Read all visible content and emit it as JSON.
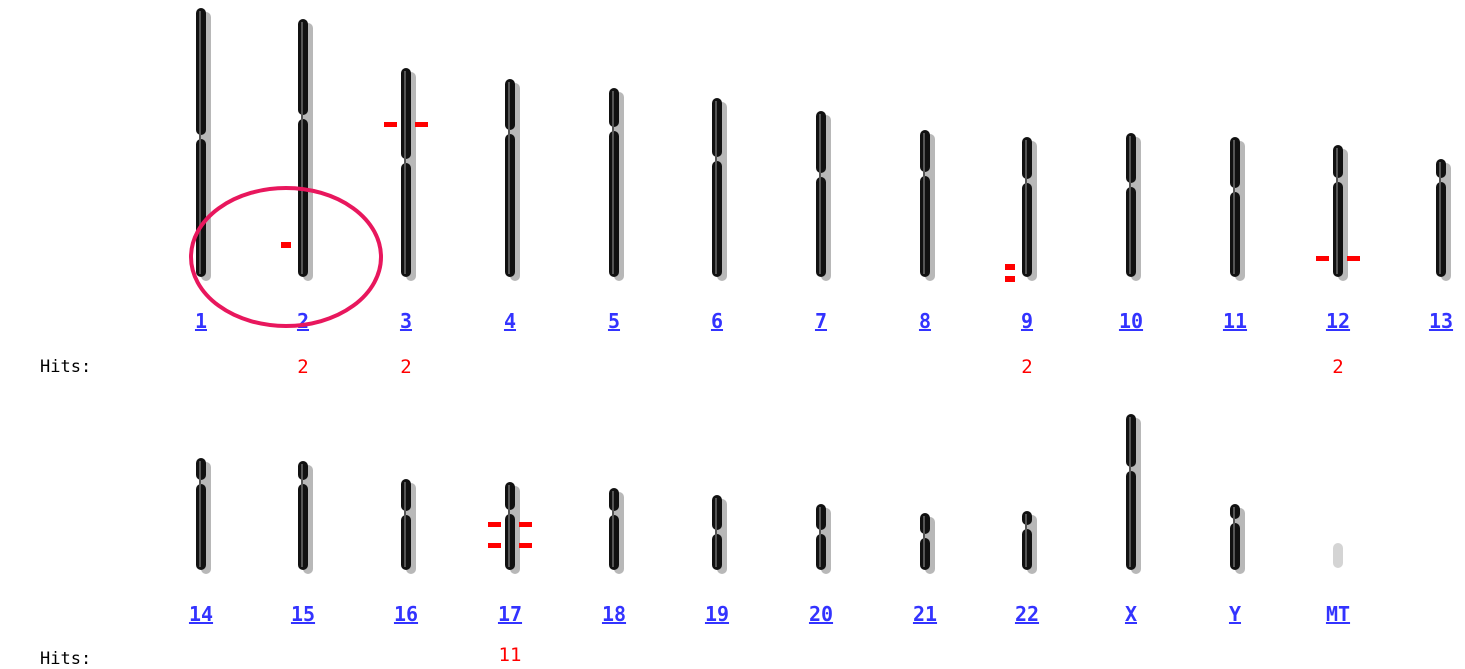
{
  "colors": {
    "chromosome": "#111111",
    "chromosome_mt": "#d4d4d4",
    "shadow": "#b8b8b8",
    "hit_marker": "#ff0000",
    "link": "#3333ff",
    "hit_count": "#ff0000",
    "annotation_circle": "#e8175d"
  },
  "rows": [
    {
      "hits_label": "Hits:",
      "chromosomes": [
        {
          "name": "1",
          "hits": "",
          "has_hits": false
        },
        {
          "name": "2",
          "hits": "2",
          "has_hits": true
        },
        {
          "name": "3",
          "hits": "2",
          "has_hits": true
        },
        {
          "name": "4",
          "hits": "",
          "has_hits": false
        },
        {
          "name": "5",
          "hits": "",
          "has_hits": false
        },
        {
          "name": "6",
          "hits": "",
          "has_hits": false
        },
        {
          "name": "7",
          "hits": "",
          "has_hits": false
        },
        {
          "name": "8",
          "hits": "",
          "has_hits": false
        },
        {
          "name": "9",
          "hits": "2",
          "has_hits": true
        },
        {
          "name": "10",
          "hits": "",
          "has_hits": false
        },
        {
          "name": "11",
          "hits": "",
          "has_hits": false
        },
        {
          "name": "12",
          "hits": "2",
          "has_hits": true
        },
        {
          "name": "13",
          "hits": "",
          "has_hits": false
        }
      ]
    },
    {
      "hits_label": "Hits:",
      "chromosomes": [
        {
          "name": "14",
          "hits": "",
          "has_hits": false
        },
        {
          "name": "15",
          "hits": "",
          "has_hits": false
        },
        {
          "name": "16",
          "hits": "",
          "has_hits": false
        },
        {
          "name": "17",
          "hits": "11",
          "has_hits": true
        },
        {
          "name": "18",
          "hits": "",
          "has_hits": false
        },
        {
          "name": "19",
          "hits": "",
          "has_hits": false
        },
        {
          "name": "20",
          "hits": "",
          "has_hits": false
        },
        {
          "name": "21",
          "hits": "",
          "has_hits": false
        },
        {
          "name": "22",
          "hits": "",
          "has_hits": false
        },
        {
          "name": "X",
          "hits": "",
          "has_hits": false
        },
        {
          "name": "Y",
          "hits": "",
          "has_hits": false
        },
        {
          "name": "MT",
          "hits": "",
          "has_hits": false
        }
      ]
    }
  ]
}
